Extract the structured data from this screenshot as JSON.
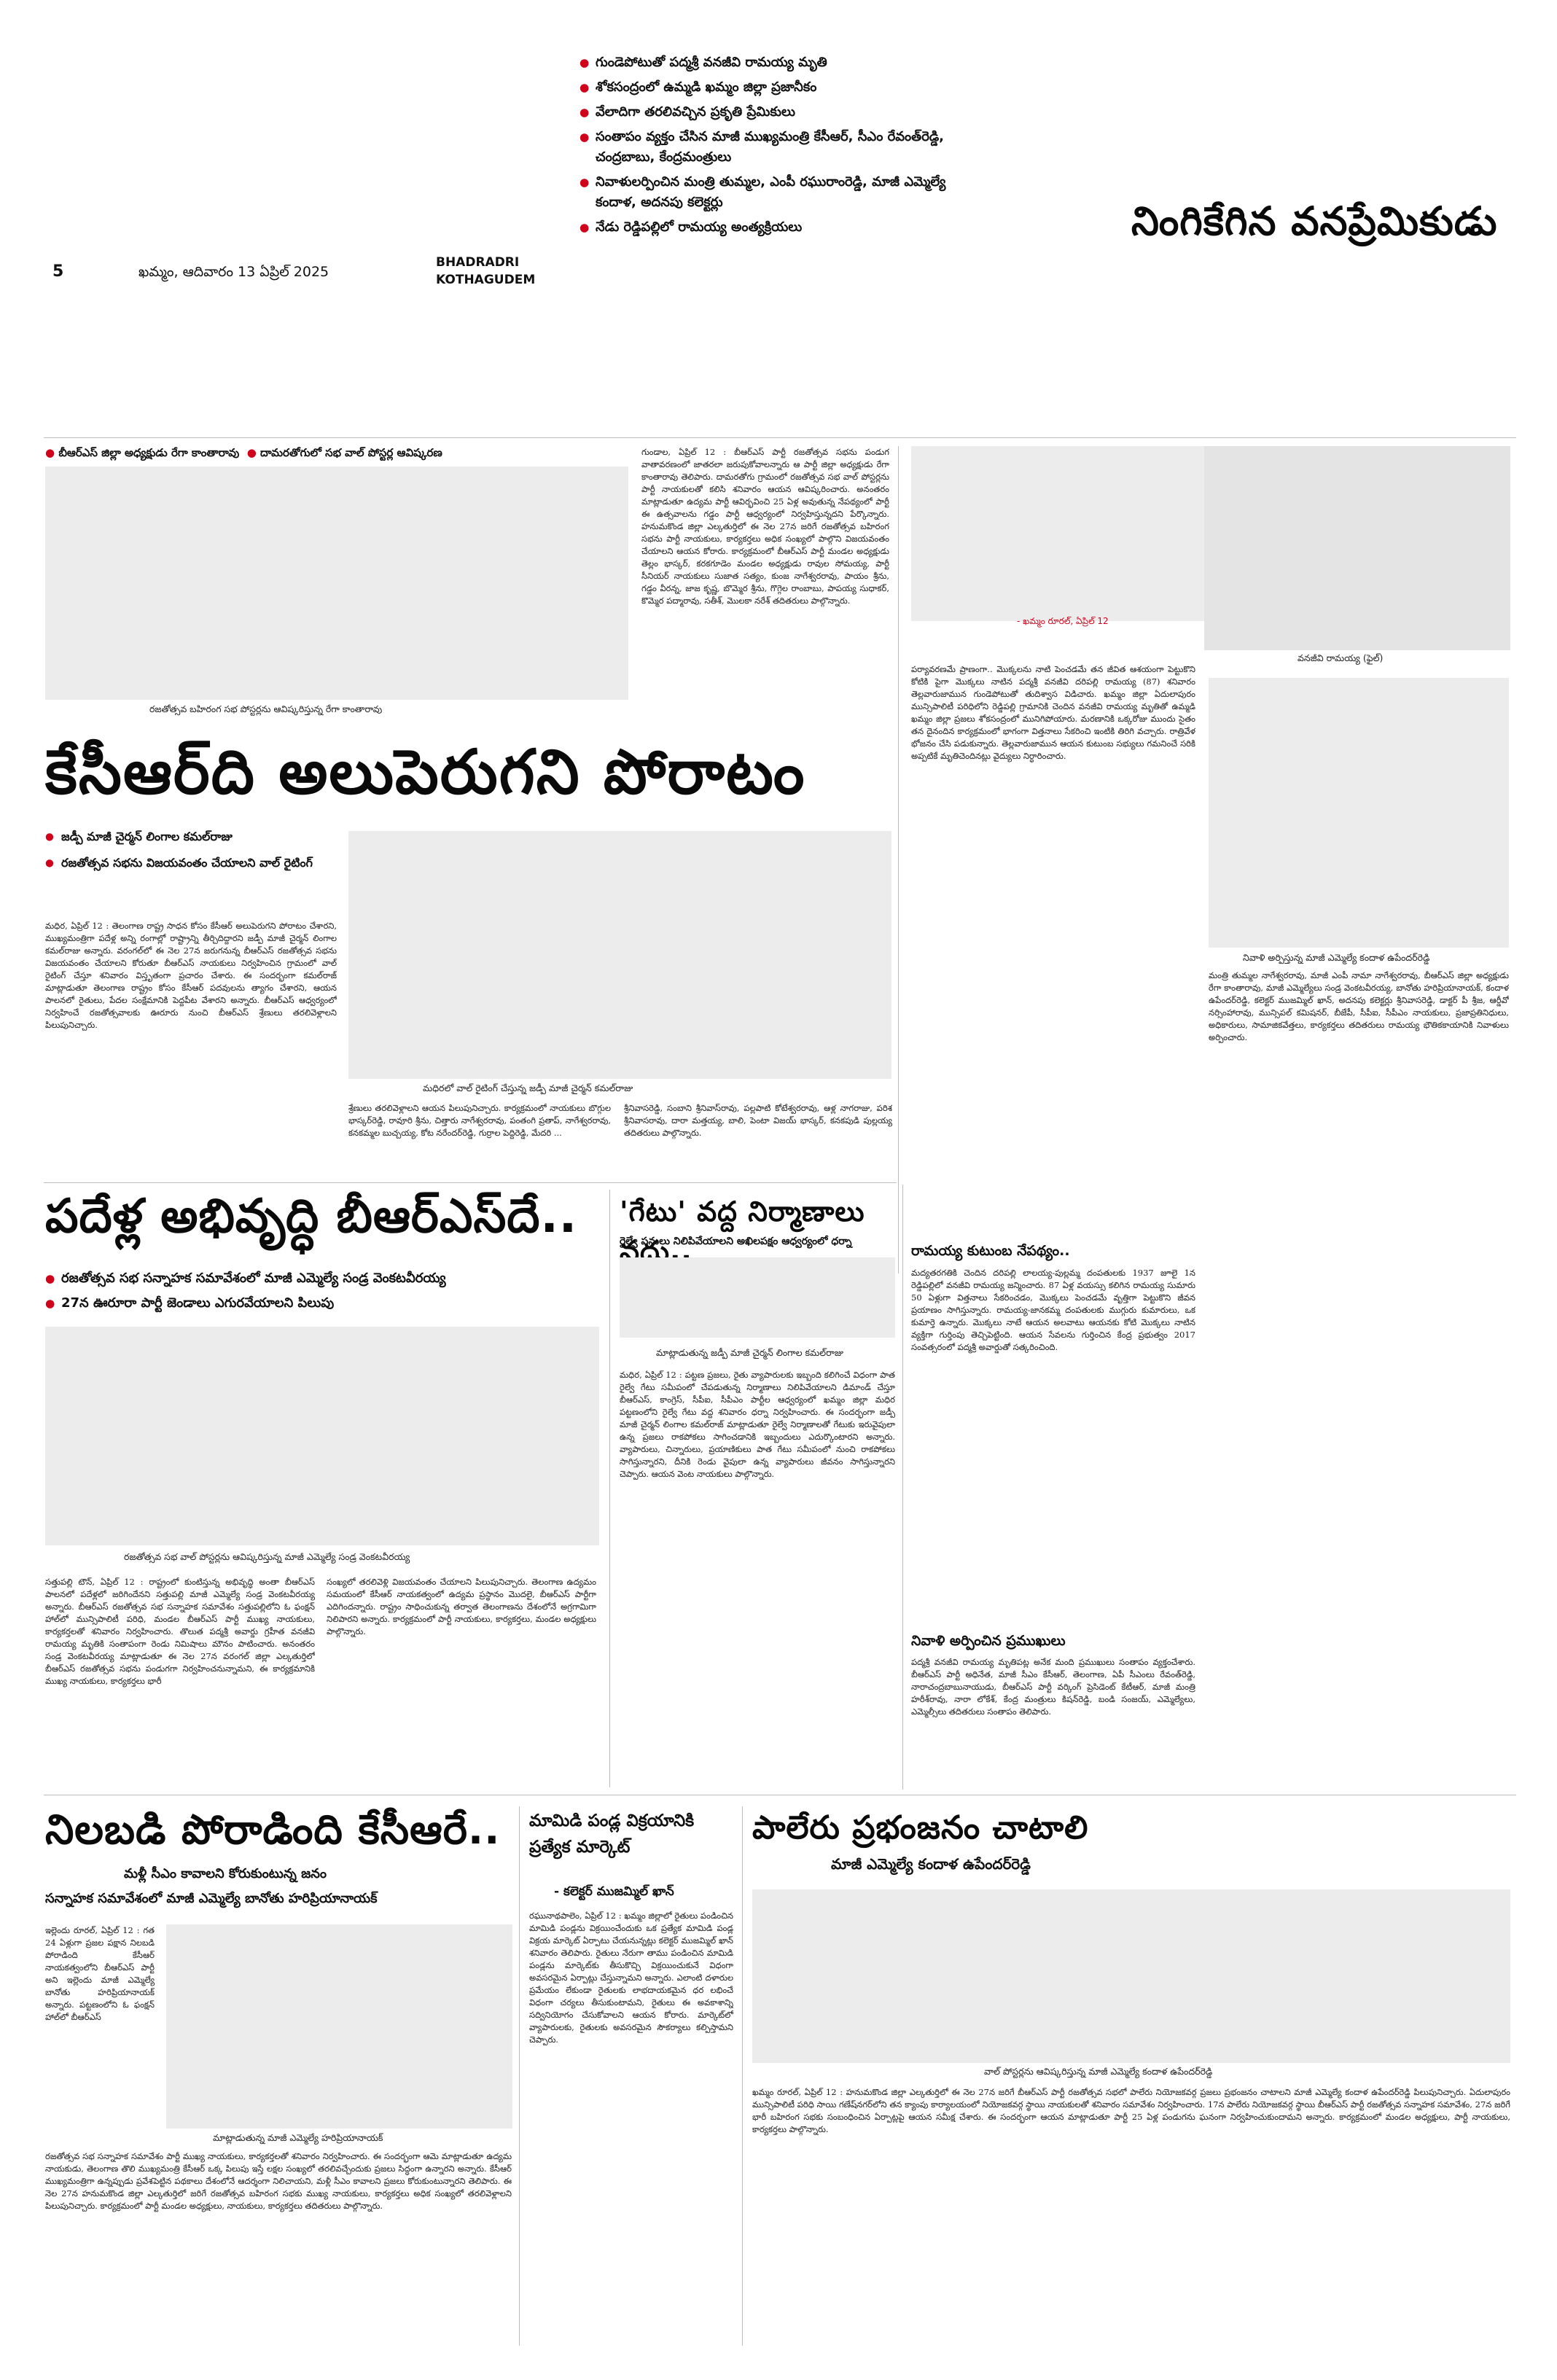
{
  "header": {
    "page_number": "5",
    "date_line": "ఖమ్మం, ఆదివారం 13 ఏప్రిల్ 2025",
    "district_line1": "BHADRADRI",
    "district_line2": "KOTHAGUDEM",
    "highlights": [
      "గుండెపోటుతో పద్మశ్రీ వనజీవి రామయ్య మృతి",
      "శోకసంద్రంలో ఉమ్మడి ఖమ్మం జిల్లా ప్రజానీకం",
      "వేలాదిగా తరలివచ్చిన ప్రకృతి ప్రేమికులు",
      "సంతాపం వ్యక్తం చేసిన మాజీ ముఖ్యమంత్రి కేసీఆర్, సీఎం రేవంత్‌రెడ్డి, చంద్రబాబు, కేంద్రమంత్రులు",
      "నివాళులర్పించిన మంత్రి తుమ్మల, ఎంపీ రఘురాంరెడ్డి, మాజీ ఎమ్మెల్యే కందాళ, అదనపు కలెక్టర్లు",
      "నేడు రెడ్డిపల్లిలో రామయ్య అంత్యక్రియలు"
    ],
    "headline": "నింగికేగిన వనప్రేమికుడు"
  },
  "left_top": {
    "tags": [
      "బీఆర్ఎస్ జిల్లా అధ్యక్షుడు రేగా కాంతారావు",
      "దామరతోగులో సభ వాల్ పోస్టర్ల ఆవిష్కరణ"
    ],
    "photo_caption": "రజతోత్సవ బహిరంగ సభ పోస్టర్లను ఆవిష్కరిస్తున్న రేగా కాంతారావు",
    "body": "గుండాల, ఏప్రిల్ 12 : బీఆర్ఎస్ పార్టీ రజతోత్సవ సభను పండుగ వాతావరణంలో జాతరలా జరుపుకోవాలన్నారు ఆ పార్టీ జిల్లా అధ్యక్షుడు రేగా కాంతారావు తెలిపారు. దామరతోగు గ్రామంలో రజతోత్సవ సభ వాల్ పోస్టర్లను పార్టీ నాయకులతో కలిసి శనివారం ఆయన ఆవిష్కరించారు. అనంతరం మాట్లాడుతూ ఉద్యమ పార్టీ ఆవిర్భవించి 25 ఏళ్ల అవుతున్న నేపథ్యంలో పార్టీ ఈ ఉత్సవాలను గడ్డం పార్టీ ఆధ్వర్యంలో నిర్వహిస్తున్నదని పేర్కొన్నారు. హనుమకొండ జిల్లా ఎల్కతుర్తిలో ఈ నెల 27న జరిగే రజతోత్సవ బహిరంగ సభను పార్టీ నాయకులు, కార్యకర్తలు అధిక సంఖ్యలో పాల్గొని విజయవంతం చేయాలని ఆయన కోరారు. కార్యక్రమంలో బీఆర్ఎస్ పార్టీ మండల అధ్యక్షుడు తెల్లం భాస్కర్, కరకగూడెం మండల అధ్యక్షుడు రావుల సోమయ్య, పార్టీ సీనియర్ నాయకులు సుజాత సత్యం, కుంజ నాగేశ్వరరావు, పాయం శ్రీను, గడ్డం వీరన్న, జాజ కృష్ణ, బొమ్మెర శ్రీను, గొగ్గెల రాంబాబు, పాపయ్య సుధాకర్, కొమ్మెర పద్మారావు, సతీశ్, మొలకా నరేశ్ తదితరులు పాల్గొన్నారు."
  },
  "kcr_story": {
    "headline": "కేసీఆర్‌ది అలుపెరుగని పోరాటం",
    "bullets": [
      "జడ్పీ మాజీ చైర్మన్ లింగాల కమల్‌రాజు",
      "రజతోత్సవ సభను విజయవంతం చేయాలని వాల్ రైటింగ్"
    ],
    "body": "మధిర, ఏప్రిల్ 12 : తెలంగాణ రాష్ట్ర సాధన కోసం కేసీఆర్ అలుపెరుగని పోరాటం చేశారని, ముఖ్యమంత్రిగా పదేళ్ల అన్ని రంగాల్లో రాష్ట్రాన్ని తీర్చిదిద్దారని జడ్పీ మాజీ చైర్మన్ లింగాల కమల్‌రాజు అన్నారు. వరంగల్‌లో ఈ నెల 27న జరుగనున్న బీఆర్ఎస్ రజతోత్సవ సభను విజయవంతం చేయాలని కోరుతూ బీఆర్ఎస్ నాయకులు నిర్వహించిన గ్రామంలో వాల్ రైటింగ్ చేస్తూ శనివారం విస్తృతంగా ప్రచారం చేశారు. ఈ సందర్భంగా కమల్‌రాజ్ మాట్లాడుతూ తెలంగాణ రాష్ట్రం కోసం కేసీఆర్ పదవులను త్యాగం చేశారని, ఆయన పాలనలో రైతులు, పేదల సంక్షేమానికి పెద్దపీట వేశారని అన్నారు. బీఆర్ఎస్ ఆధ్వర్యంలో నిర్వహించే రజతోత్సవాలకు ఊరూరు నుంచి బీఆర్ఎస్ శ్రేణులు తరలివెళ్లాలని పిలుపునిచ్చారు.",
    "photo_caption": "మధిరలో వాల్ రైటింగ్ చేస్తున్న జడ్పీ మాజీ చైర్మన్ కమల్‌రాజు",
    "body2": "శ్రేణులు తరలివెళ్లాలని ఆయన పిలుపునిచ్చారు. కార్యక్రమంలో నాయకులు బొగ్గుల భాస్కర్‌రెడ్డి, రావూరి శ్రీను, చిత్తారు నాగేశ్వరరావు, పంతంగి ప్రతాప్, నాగేశ్వరరావు, కనకమ్మల బుచ్చయ్య, కోట నరేందర్‌రెడ్డి, గుర్రాల పెద్దిరెడ్డి, మేదరి ...",
    "body3": "శ్రీనివాసరెడ్డి, సంబాని శ్రీనివాస్‌రావు, పల్లపాటి కోటేశ్వరరావు, ఆళ్ల నాగరాజు, పరిశ శ్రీనివాసరావు, దారా మత్తయ్య, బాలి, పెంటా విజయ్ భాస్కర్, కనకపుడి పుల్లయ్య తదితరులు పాల్గొన్నారు."
  },
  "brs_story": {
    "headline": "పదేళ్ల అభివృద్ధి బీఆర్ఎస్‌దే..",
    "bullets": [
      "రజతోత్సవ సభ సన్నాహక సమావేశంలో మాజీ ఎమ్మెల్యే సండ్ర వెంకటవీరయ్య",
      "27న ఊరూరా పార్టీ జెండాలు ఎగురవేయాలని పిలుపు"
    ],
    "photo_caption": "రజతోత్సవ సభ వాల్ పోస్టర్లను ఆవిష్కరిస్తున్న మాజీ ఎమ్మెల్యే సండ్ర వెంకటవీరయ్య",
    "body_left": "సత్తుపల్లి టౌన్, ఏప్రిల్ 12 : రాష్ట్రంలో కుంటిస్తున్న అభివృద్ధి అంతా బీఆర్ఎస్ పాలనలో పదేళ్లలో జరిగిందేనని సత్తుపల్లి మాజీ ఎమ్మెల్యే సండ్ర వెంకటవీరయ్య అన్నారు. బీఆర్ఎస్ రజతోత్సవ సభ సన్నాహక సమావేశం సత్తుపల్లిలోని ఓ ఫంక్షన్ హాల్‌లో మున్సిపాలిటీ పరిధి, మండల బీఆర్ఎస్ పార్టీ ముఖ్య నాయకులు, కార్యకర్తలతో శనివారం నిర్వహించారు. తొలుత పద్మశ్రీ అవార్డు గ్రహీత వనజీవి రామయ్య మృతికి సంతాపంగా రెండు నిమిషాలు మౌనం పాటించారు. అనంతరం సండ్ర వెంకటవీరయ్య మాట్లాడుతూ ఈ నెల 27న వరంగల్ జిల్లా ఎల్కతుర్తిలో బీఆర్ఎస్ రజతోత్సవ సభను పండుగగా నిర్వహించనున్నామని, ఈ కార్యక్రమానికి ముఖ్య నాయకులు, కార్యకర్తలు భారీ",
    "body_right": "సంఖ్యలో తరలివెళ్లి విజయవంతం చేయాలని పిలుపునిచ్చారు. తెలంగాణ ఉద్యమం సమయంలో కేసీఆర్ నాయకత్వంలో ఉద్యమ ప్రస్థానం మొదలై, బీఆర్ఎస్ పార్టీగా ఎదిగిందన్నారు. రాష్ట్రం సాధించుకున్న తర్వాత తెలంగాణను దేశంలోనే అగ్రగామిగా నిలిపారని అన్నారు. కార్యక్రమంలో పార్టీ నాయకులు, కార్యకర్తలు, మండల అధ్యక్షులు పాల్గొన్నారు."
  },
  "mid_story": {
    "headline": "'గేటు' వద్ద నిర్మాణాలు వద్దు..",
    "subhead": "రైల్వే పనులు నిలిపివేయాలని అఖిలపక్షం ఆధ్వర్యంలో ధర్నా",
    "photo_caption": "మాట్లాడుతున్న జడ్పీ మాజీ చైర్మన్ లింగాల కమల్‌రాజు",
    "body": "మధిర, ఏప్రిల్ 12 : పట్టణ ప్రజలు, రైతు వ్యాపారులకు ఇబ్బంది కలిగించే విధంగా పాత రైల్వే గేటు సమీపంలో చేపడుతున్న నిర్మాణాలు నిలిపివేయాలని డిమాండ్ చేస్తూ బీఆర్ఎస్, కాంగ్రెస్, సీపీఐ, సీపీఎం పార్టీల ఆధ్వర్యంలో ఖమ్మం జిల్లా మధిర పట్టణంలోని రైల్వే గేటు వద్ద శనివారం ధర్నా నిర్వహించారు. ఈ సందర్భంగా జడ్పీ మాజీ చైర్మన్ లింగాల కమల్‌రాజ్ మాట్లాడుతూ రైల్వే నిర్మాణాలతో గేటుకు ఇరువైపులా ఉన్న ప్రజలు రాకపోకలు సాగించడానికి ఇబ్బందులు ఎదుర్కొంటారని అన్నారు. వ్యాపారులు, చిన్నారులు, ప్రయాణికులు పాత గేటు సమీపంలో నుంచి రాకపోకలు సాగిస్తున్నారని, దీనికి రెండు వైపులా ఉన్న వ్యాపారులు జీవనం సాగిస్తున్నారని చెప్పారు. ఆయన వెంట నాయకులు పాల్గొన్నారు."
  },
  "ramayya_story": {
    "dateline": "- ఖమ్మం రూరల్, ఏప్రిల్ 12",
    "photo_caption": "వనజీవి రామయ్య (ఫైల్)",
    "body1": "పర్యావరణమే ప్రాణంగా.. మొక్కలను నాటి పెంచడమే తన జీవిత ఆశయంగా పెట్టుకొని కోటికి పైగా మొక్కలు నాటిన పద్మశ్రీ వనజీవి దరిపల్లి రామయ్య (87) శనివారం తెల్లవారుజామున గుండెపోటుతో తుదిశ్వాస విడిచారు. ఖమ్మం జిల్లా ఏదులాపురం మున్సిపాలిటీ పరిధిలోని రెడ్డిపల్లి గ్రామానికి చెందిన వనజీవి రామయ్య మృతితో ఉమ్మడి ఖమ్మం జిల్లా ప్రజలు శోకసంద్రంలో మునిగిపోయారు. మరణానికి ఒక్కరోజు ముందు సైతం తన దైనందిన కార్యక్రమంలో భాగంగా విత్తనాలు సేకరించి ఇంటికి తిరిగి వచ్చారు. రాత్రివేళ భోజనం చేసి పడుకున్నారు. తెల్లవారుజామున ఆయన కుటుంబ సభ్యులు గమనించే సరికి అప్పటికే మృతిచెందినట్లు వైద్యులు నిర్ధారించారు.",
    "photo2_caption": "నివాళి అర్పిస్తున్న మాజీ ఎమ్మెల్యే కందాళ ఉపేందర్‌రెడ్డి",
    "side_body": "మంత్రి తుమ్మల నాగేశ్వరరావు, మాజీ ఎంపీ నామా నాగేశ్వరరావు, బీఆర్ఎస్ జిల్లా అధ్యక్షుడు రేగా కాంతారావు, మాజీ ఎమ్మెల్యేలు సండ్ర వెంకటవీరయ్య, బానోతు హరిప్రియానాయక్, కందాళ ఉపేందర్‌రెడ్డి, కలెక్టర్ ముజమ్మిల్ ఖాన్, అదనపు కలెక్టర్లు శ్రీనివాసరెడ్డి, డాక్టర్ పీ శ్రీజ, ఆర్డీవో నర్సింహారావు, మున్సిపల్ కమిషనర్, బీజేపీ, సీపీఐ, సీపీఎం నాయకులు, ప్రజాప్రతినిధులు, అధికారులు, సామాజికవేత్తలు, కార్యకర్తలు తదితరులు రామయ్య భౌతికకాయానికి నివాళులు అర్పించారు.",
    "family_head": "రామయ్య కుటుంబ నేపథ్యం..",
    "family_body": "మద్యతరగతికి చెందిన దరిపల్లి లాలయ్య-పుల్లమ్మ దంపతులకు 1937 జూలై 1న రెడ్డిపల్లిలో వనజీవి రామయ్య జన్మించారు. 87 ఏళ్ల వయస్సు కలిగిన రామయ్య సుమారు 50 ఏళ్లుగా విత్తనాలు సేకరించడం, మొక్కలు పెంచడమే వృత్తిగా పెట్టుకొని జీవన ప్రయాణం సాగిస్తున్నారు. రామయ్య-జానకమ్మ దంపతులకు ముగ్గురు కుమారులు, ఒక కుమార్తె ఉన్నారు. మొక్కలు నాటే ఆయన అలవాటు ఆయనకు కోటి మొక్కలు నాటిన వ్యక్తిగా గుర్తింపు తెచ్చిపెట్టింది. ఆయన సేవలను గుర్తించిన కేంద్ర ప్రభుత్వం 2017 సంవత్సరంలో పద్మశ్రీ అవార్డుతో సత్కరించింది.",
    "tribute_head": "నివాళి అర్పించిన ప్రముఖులు",
    "tribute_body": "పద్మశ్రీ వనజీవి రామయ్య మృతిపట్ల అనేక మంది ప్రముఖులు సంతాపం వ్యక్తంచేశారు. బీఆర్ఎస్ పార్టీ అధినేత, మాజీ సీఎం కేసీఆర్, తెలంగాణ, ఏపీ సీఎంలు రేవంత్‌రెడ్డి, నారాచంద్రబాబునాయుడు, బీఆర్ఎస్ పార్టీ వర్కింగ్ ప్రెసిడెంట్ కేటీఆర్, మాజీ మంత్రి హరీశ్‌రావు, నారా లోకేశ్, కేంద్ర మంత్రులు కిషన్‌రెడ్డి, బండి సంజయ్, ఎమ్మెల్యేలు, ఎమ్మెల్సీలు తదితరులు సంతాపం తెలిపారు."
  },
  "bottom_left": {
    "headline": "నిలబడి పోరాడింది కేసీఆరే..",
    "sub1": "మళ్లీ సీఎం కావాలని కోరుకుంటున్న జనం",
    "sub2": "సన్నాహక సమావేశంలో మాజీ ఎమ్మెల్యే బానోతు హరిప్రియానాయక్",
    "photo_caption": "మాట్లాడుతున్న మాజీ ఎమ్మెల్యే హరిప్రియానాయక్",
    "body_narrow": "ఇల్లెందు రూరల్, ఏప్రిల్ 12 : గత 24 ఏళ్లుగా ప్రజల పక్షాన నిలబడి పోరాడింది కేసీఆర్ నాయకత్వంలోని బీఆర్ఎస్ పార్టీ అని ఇల్లెందు మాజీ ఎమ్మెల్యే బానోతు హరిప్రియానాయక్ అన్నారు. పట్టణంలోని ఓ ఫంక్షన్ హాల్‌లో బీఆర్ఎస్",
    "body": "రజతోత్సవ సభ సన్నాహక సమావేశం పార్టీ ముఖ్య నాయకులు, కార్యకర్తలతో శనివారం నిర్వహించారు. ఈ సందర్భంగా ఆమె మాట్లాడుతూ ఉద్యమ నాయకుడు, తెలంగాణ తొలి ముఖ్యమంత్రి కేసీఆర్ ఒక్క పిలుపు ఇస్తే లక్షల సంఖ్యలో తరలివచ్చేందుకు ప్రజలు సిద్ధంగా ఉన్నారని అన్నారు. కేసీఆర్ ముఖ్యమంత్రిగా ఉన్నప్పుడు ప్రవేశపెట్టిన పథకాలు దేశంలోనే ఆదర్శంగా నిలిచాయని, మళ్లీ సీఎం కావాలని ప్రజలు కోరుకుంటున్నారని తెలిపారు. ఈ నెల 27న హనుమకొండ జిల్లా ఎల్కతుర్తిలో జరిగే రజతోత్సవ బహిరంగ సభకు ముఖ్య నాయకులు, కార్యకర్తలు అధిక సంఖ్యలో తరలివెళ్లాలని పిలుపునిచ్చారు. కార్యక్రమంలో పార్టీ మండల అధ్యక్షులు, నాయకులు, కార్యకర్తలు తదితరులు పాల్గొన్నారు."
  },
  "bottom_mid": {
    "headline": "మామిడి పండ్ల విక్రయానికి ప్రత్యేక మార్కెట్",
    "byline": "- కలెక్టర్ ముజమ్మిల్ ఖాన్",
    "body": "రఘునాథపాలెం, ఏప్రిల్ 12 : ఖమ్మం జిల్లాలో రైతులు పండించిన మామిడి పండ్లను విక్రయించేందుకు ఒక ప్రత్యేక మామిడి పండ్ల విక్రయ మార్కెట్ ఏర్పాటు చేయనున్నట్లు కలెక్టర్ ముజమ్మిల్ ఖాన్ శనివారం తెలిపారు. రైతులు నేరుగా తాము పండించిన మామిడి పండ్లను మార్కెట్‌కు తీసుకొచ్చి విక్రయించుకునే విధంగా అవసరమైన ఏర్పాట్లు చేస్తున్నామని అన్నారు. ఎలాంటి దళారుల ప్రమేయం లేకుండా రైతులకు లాభదాయకమైన ధర లభించే విధంగా చర్యలు తీసుకుంటామని, రైతులు ఈ అవకాశాన్ని సద్వినియోగం చేసుకోవాలని ఆయన కోరారు. మార్కెట్‌లో వ్యాపారులకు, రైతులకు అవసరమైన సౌకర్యాలు కల్పిస్తామని చెప్పారు."
  },
  "bottom_right": {
    "headline": "పాలేరు ప్రభంజనం చాటాలి",
    "subhead": "మాజీ ఎమ్మెల్యే కందాళ ఉపేందర్‌రెడ్డి",
    "photo_caption": "వాల్ పోస్టర్లను ఆవిష్కరిస్తున్న మాజీ ఎమ్మెల్యే కందాళ ఉపేందర్‌రెడ్డి",
    "body": "ఖమ్మం రూరల్, ఏప్రిల్ 12 : హనుమకొండ జిల్లా ఎల్కతుర్తిలో ఈ నెల 27న జరిగే బీఆర్ఎస్ పార్టీ రజతోత్సవ సభలో పాలేరు నియోజకవర్గ ప్రజలు ప్రభంజనం చాటాలని మాజీ ఎమ్మెల్యే కందాళ ఉపేందర్‌రెడ్డి పిలుపునిచ్చారు. ఏదులాపురం మున్సిపాలిటీ పరిధి సాయి గణేష్‌నగర్‌లోని తన క్యాంపు కార్యాలయంలో నియోజకవర్గ స్థాయి నాయకులతో శనివారం సమావేశం నిర్వహించారు. 17న పాలేరు నియోజకవర్గ స్థాయి బీఆర్ఎస్ పార్టీ రజతోత్సవ సన్నాహక సమావేశం, 27న జరిగే భారీ బహిరంగ సభకు సంబంధించిన ఏర్పాట్లపై ఆయన సమీక్ష చేశారు. ఈ సందర్భంగా ఆయన మాట్లాడుతూ పార్టీ 25 ఏళ్ల పండుగను ఘనంగా నిర్వహించుకుందామని అన్నారు. కార్యక్రమంలో మండల అధ్యక్షులు, పార్టీ నాయకులు, కార్యకర్తలు పాల్గొన్నారు."
  }
}
